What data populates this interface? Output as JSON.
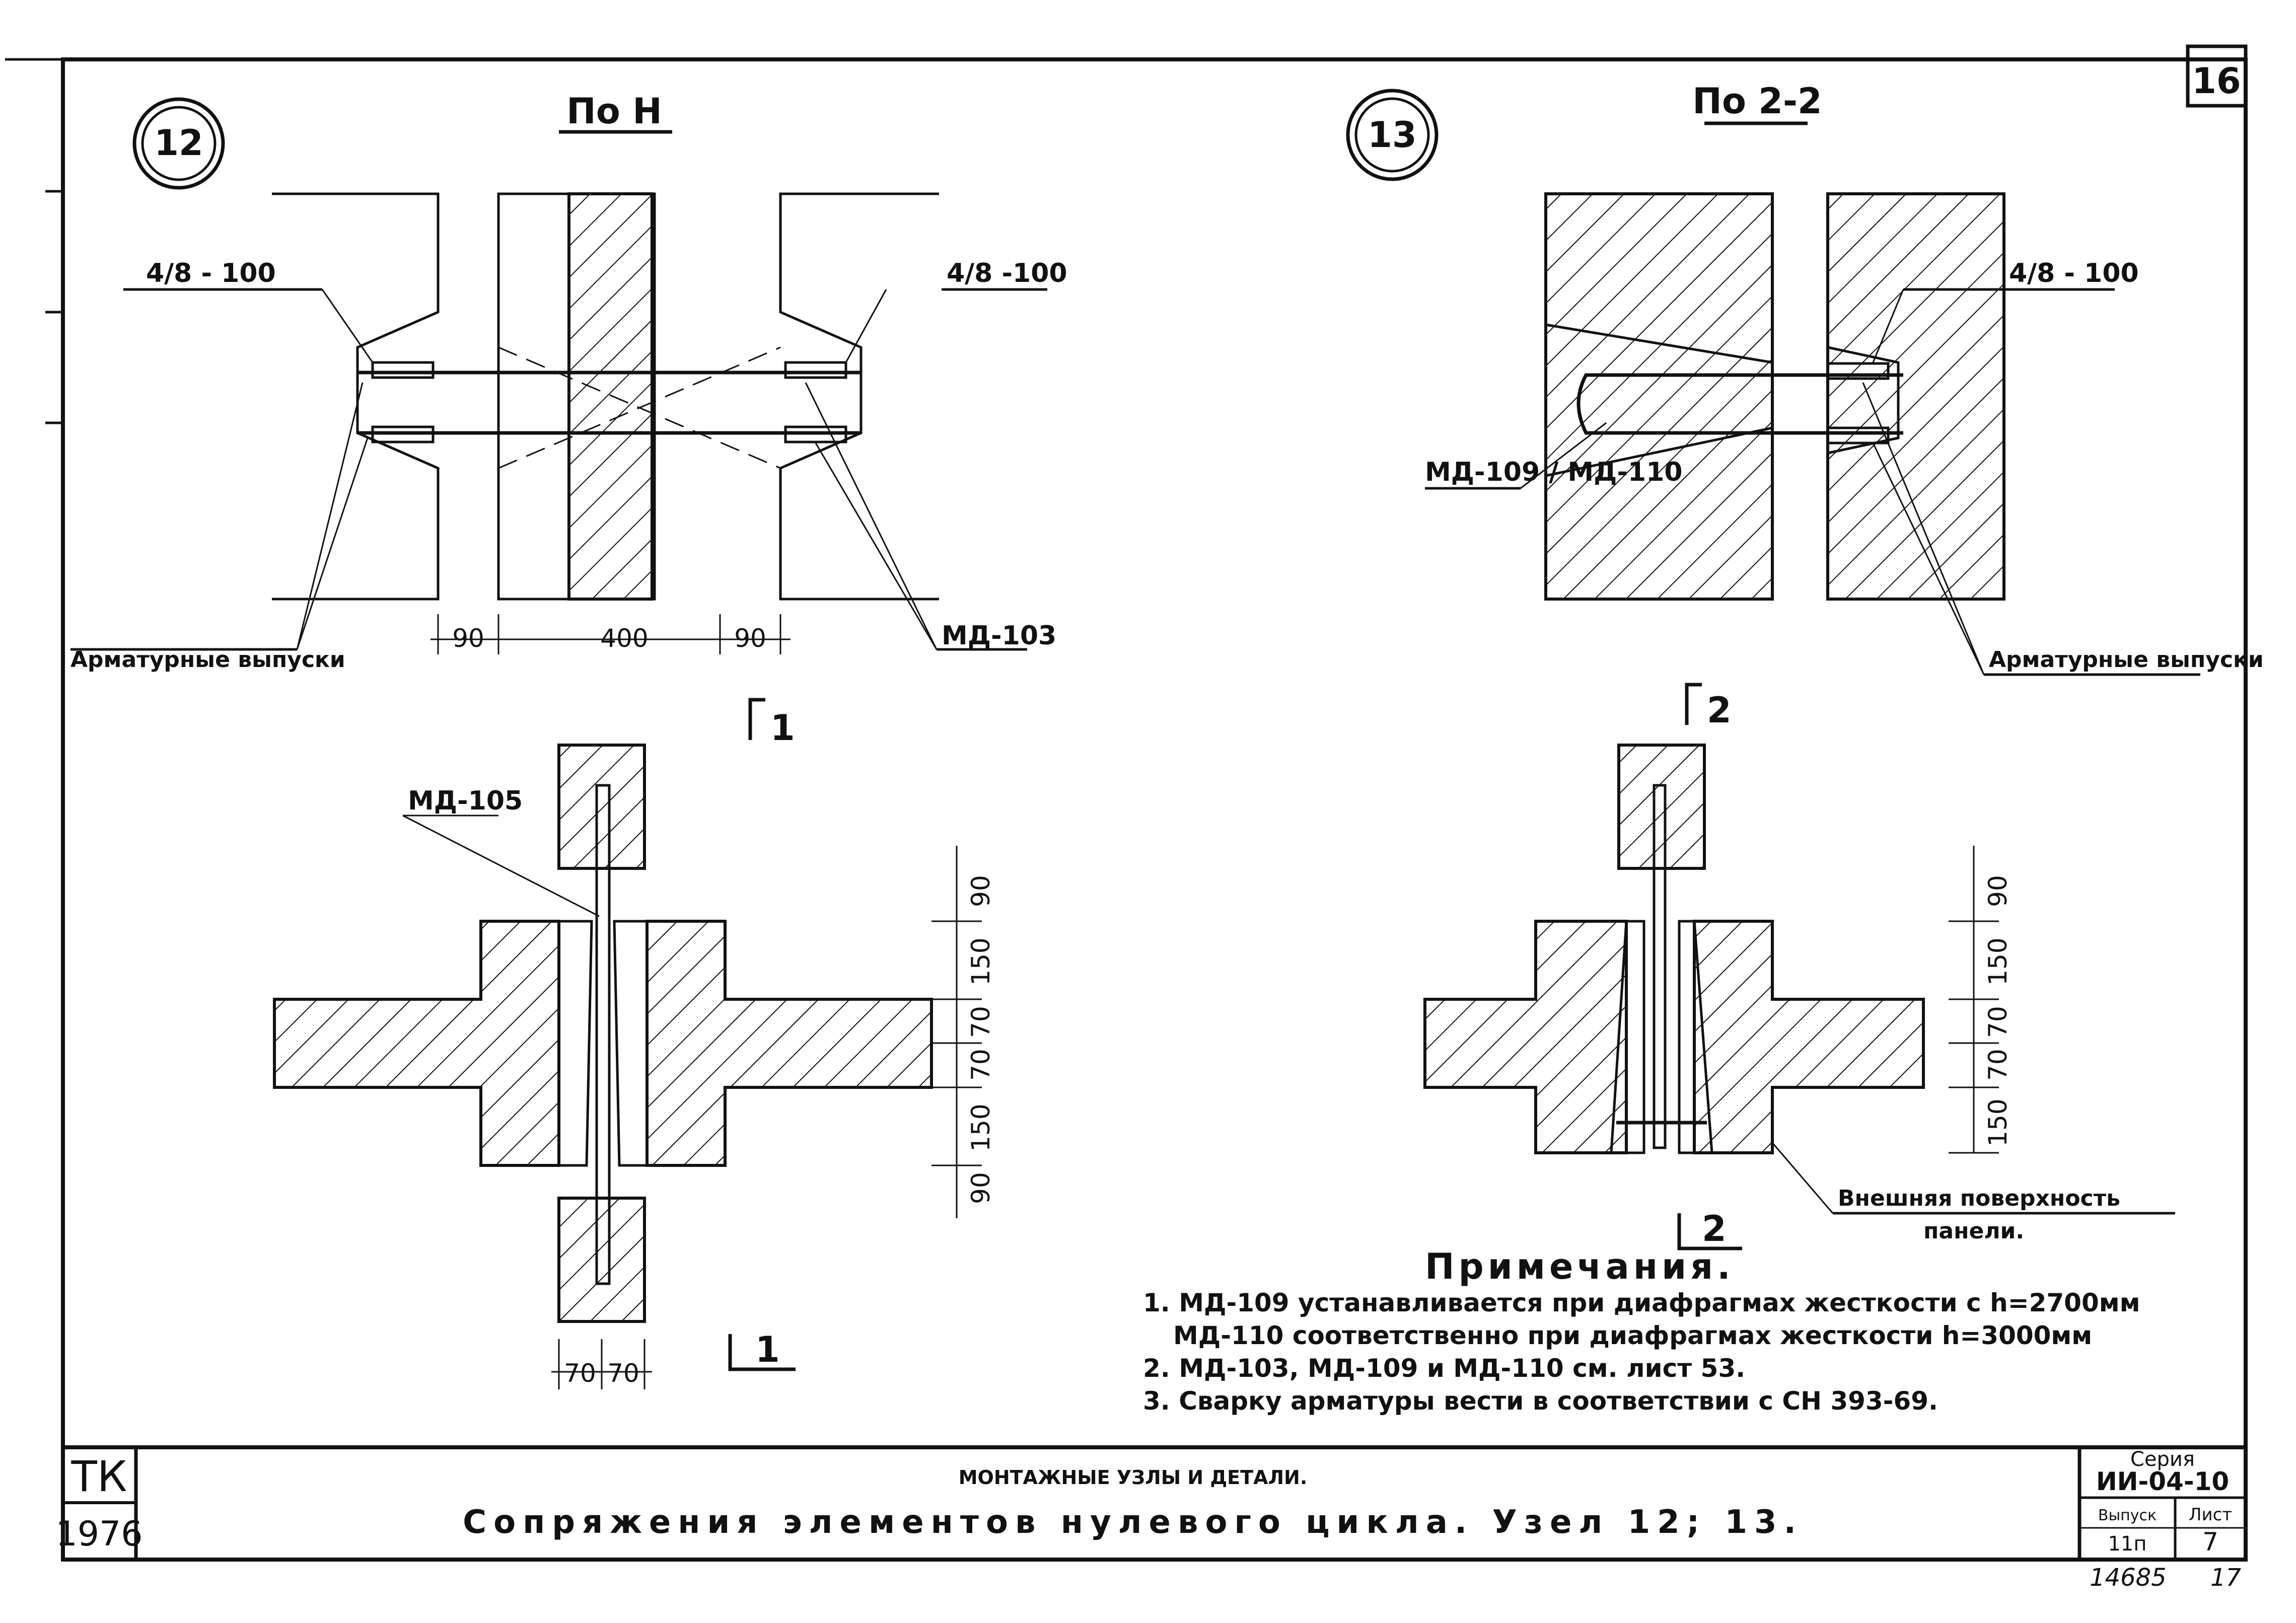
{
  "sheet": {
    "page_number": "16",
    "stamp_bottom_left": "14685",
    "stamp_bottom_right": "17"
  },
  "node12": {
    "number": "12",
    "section_label": "По Н",
    "section_marker_top": "1",
    "section_marker_bottom": "1",
    "weld_left": "4/8 - 100",
    "weld_right": "4/8 -100",
    "callout_armature": "Арматурные выпуски",
    "callout_md103": "МД-103",
    "callout_md105": "МД-105",
    "dims_top": [
      "90",
      "400",
      "90"
    ],
    "dims_side": [
      "90",
      "150",
      "70",
      "70",
      "150",
      "90"
    ],
    "dims_bottom": [
      "70",
      "70"
    ]
  },
  "node13": {
    "number": "13",
    "section_label": "По 2-2",
    "section_marker_top": "2",
    "section_marker_bottom": "2",
    "weld_right": "4/8 - 100",
    "callout_md109_110": "МД-109 / МД-110",
    "callout_armature": "Арматурные выпуски",
    "callout_surface_1": "Внешняя поверхность",
    "callout_surface_2": "панели.",
    "dims_side": [
      "90",
      "150",
      "70",
      "70",
      "150"
    ]
  },
  "notes": {
    "title": "Примечания.",
    "items": [
      "1. МД-109 устанавливается при диафрагмах жесткости с h=2700мм",
      "МД-110 соответственно при диафрагмах жесткости h=3000мм",
      "2. МД-103, МД-109 и МД-110 см. лист 53.",
      "3. Сварку арматуры вести в соответствии с СН 393-69."
    ]
  },
  "title_block": {
    "org": "ТК",
    "year": "1976",
    "subtitle": "МОНТАЖНЫЕ УЗЛЫ И ДЕТАЛИ.",
    "title": "Сопряжения элементов нулевого цикла. Узел 12; 13.",
    "series_label": "Серия",
    "series_value": "ИИ-04-10",
    "issue_label": "Выпуск",
    "issue_value": "11п",
    "sheet_label": "Лист",
    "sheet_value": "7"
  }
}
